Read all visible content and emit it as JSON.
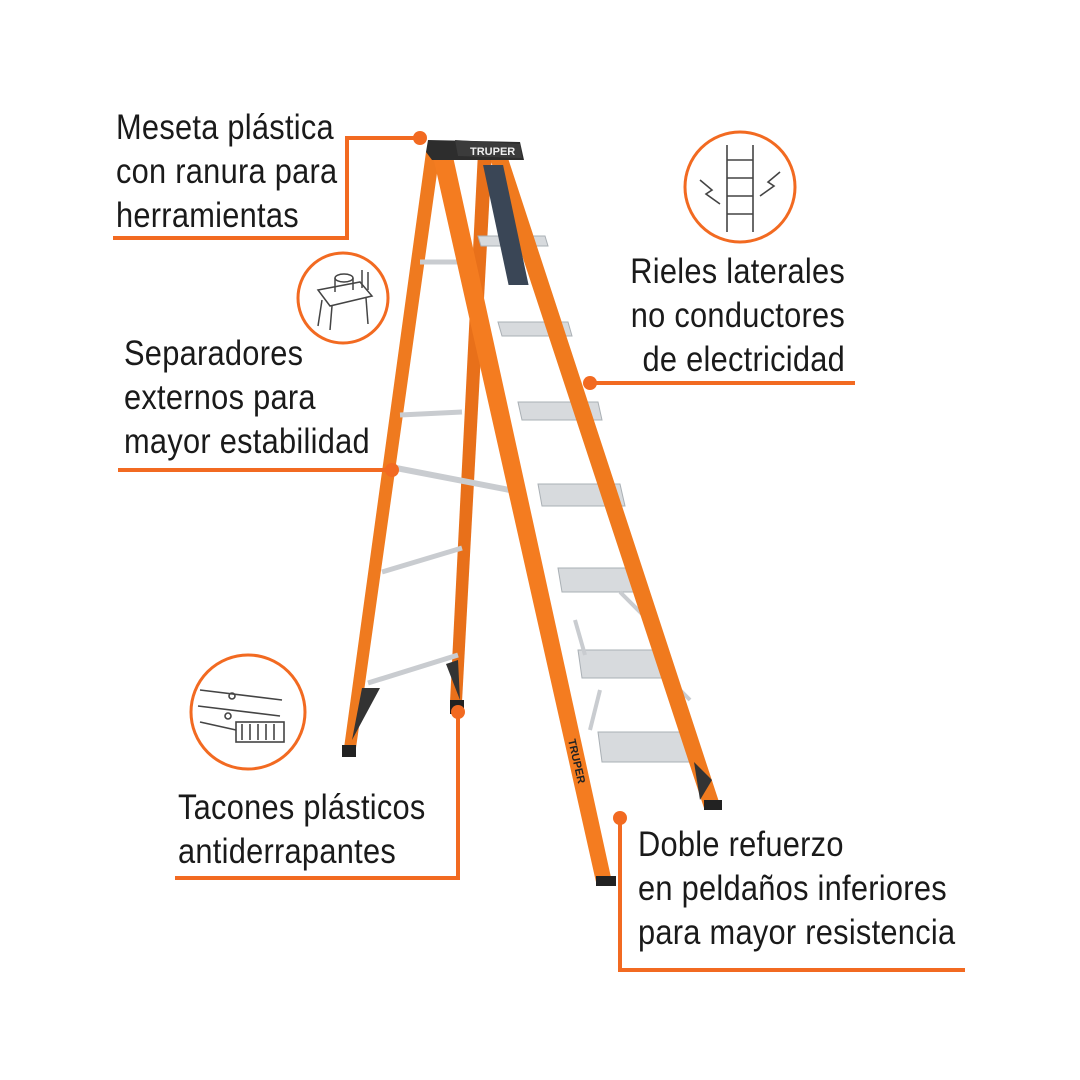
{
  "brand": "TRUPER",
  "colors": {
    "accent": "#f26a21",
    "ladder": "#f07a1e",
    "text": "#1a1a1a"
  },
  "callouts": [
    {
      "id": "meseta",
      "lines": [
        "Meseta plástica",
        "con ranura para",
        "herramientas"
      ],
      "icon": null
    },
    {
      "id": "separadores",
      "lines": [
        "Separadores",
        "externos para",
        "mayor estabilidad"
      ],
      "icon": "tool-tray-icon"
    },
    {
      "id": "rieles",
      "lines": [
        "Rieles laterales",
        "no conductores",
        "de electricidad"
      ],
      "icon": "ladder-electricity-icon"
    },
    {
      "id": "tacones",
      "lines": [
        "Tacones plásticos",
        "antiderrapantes"
      ],
      "icon": "rubber-feet-icon"
    },
    {
      "id": "doble",
      "lines": [
        "Doble refuerzo",
        "en peldaños inferiores",
        "para mayor resistencia"
      ],
      "icon": null
    }
  ]
}
